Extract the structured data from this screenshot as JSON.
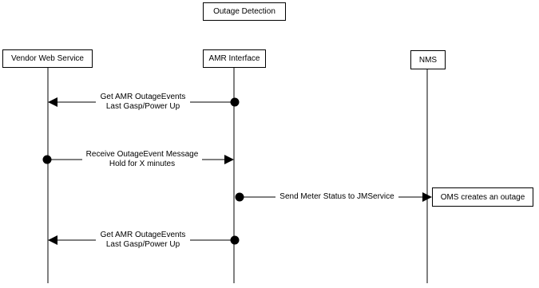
{
  "diagram": {
    "title": "Outage Detection",
    "participants": [
      {
        "id": "vendor",
        "label": "Vendor Web Service"
      },
      {
        "id": "amr",
        "label": "AMR Interface"
      },
      {
        "id": "nms",
        "label": "NMS"
      }
    ],
    "messages": [
      {
        "from": "amr",
        "to": "vendor",
        "line1": "Get AMR OutageEvents",
        "line2": "Last Gasp/Power Up"
      },
      {
        "from": "vendor",
        "to": "amr",
        "line1": "Receive OutageEvent Message",
        "line2": "Hold for X minutes"
      },
      {
        "from": "amr",
        "to": "nms",
        "line1": "Send Meter Status to JMService",
        "line2": ""
      },
      {
        "from": "amr",
        "to": "vendor",
        "line1": "Get AMR OutageEvents",
        "line2": "Last Gasp/Power Up"
      }
    ],
    "note": "OMS creates an outage"
  }
}
